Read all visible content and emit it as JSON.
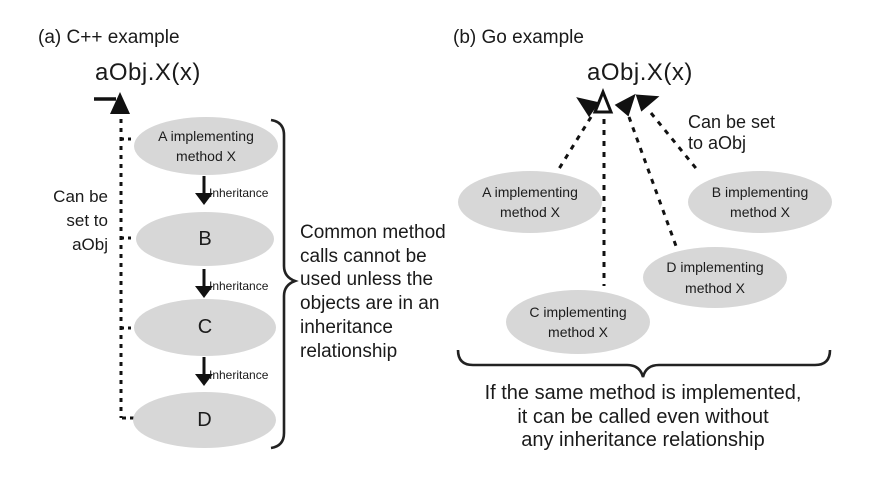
{
  "figure": {
    "background": "#ffffff",
    "ink_color": "#1a1a1a",
    "ellipse_fill": "#d7d7d7"
  },
  "left": {
    "title": "(a) C++ example",
    "call": "aObj.X(x)",
    "side_note": "Can be\nset to\naObj",
    "inheritance_label": "Inheritance",
    "nodes": [
      {
        "label": "A implementing method X"
      },
      {
        "label": "B"
      },
      {
        "label": "C"
      },
      {
        "label": "D"
      }
    ],
    "brace_note": "Common method\ncalls cannot be\nused unless the\nobjects are in an\ninheritance\nrelationship"
  },
  "right": {
    "title": "(b) Go example",
    "call": "aObj.X(x)",
    "side_note": "Can be set\nto aObj",
    "nodes": [
      {
        "label": "A implementing method X"
      },
      {
        "label": "B implementing method X"
      },
      {
        "label": "C implementing method X"
      },
      {
        "label": "D implementing method X"
      }
    ],
    "brace_note": "If the same method is implemented,\nit can be called even without\nany inheritance relationship"
  }
}
